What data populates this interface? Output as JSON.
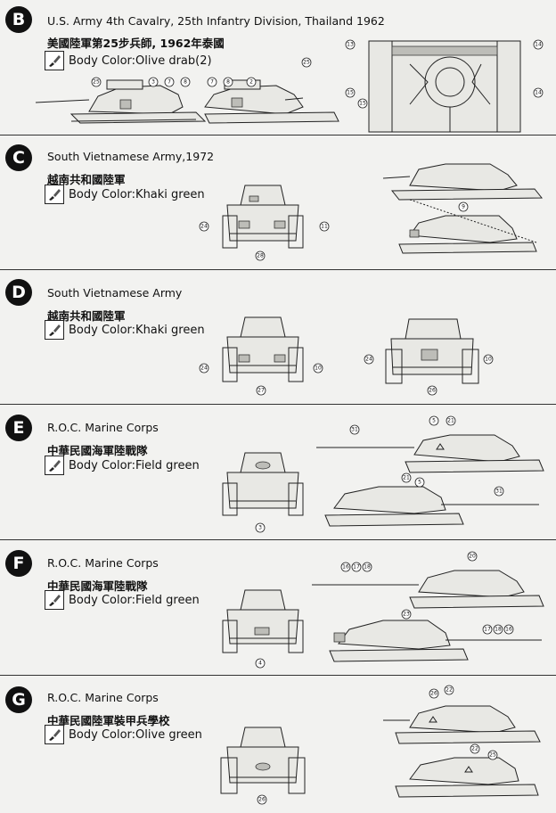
{
  "sections": [
    {
      "letter": "B",
      "title": "U.S. Army 4th Cavalry, 25th Infantry Division, Thailand 1962",
      "title_cjk": "美國陸軍第25步兵師, 1962年泰國",
      "color": "Body  Color:Olive  drab(2)",
      "callouts": [
        "25",
        "3",
        "7",
        "8",
        "7",
        "8",
        "2",
        "25",
        "13",
        "15",
        "14",
        "15",
        "14"
      ]
    },
    {
      "letter": "C",
      "title": "South Vietnamese Army,1972",
      "title_cjk": "越南共和國陸軍",
      "color": "Body Color:Khaki green",
      "callouts": [
        "24",
        "11",
        "28",
        "9"
      ]
    },
    {
      "letter": "D",
      "title": "South Vietnamese Army",
      "title_cjk": "越南共和國陸軍",
      "color": "Body Color:Khaki green",
      "callouts": [
        "24",
        "10",
        "27",
        "24",
        "10",
        "26"
      ]
    },
    {
      "letter": "E",
      "title": "R.O.C. Marine Corps",
      "title_cjk": "中華民國海軍陸戰隊",
      "color": "Body Color:Field green",
      "callouts": [
        "31",
        "5",
        "21",
        "21",
        "5",
        "31",
        "3"
      ]
    },
    {
      "letter": "F",
      "title": "R.O.C. Marine Corps",
      "title_cjk": "中華民國海軍陸戰隊",
      "color": "Body Color:Field green",
      "callouts": [
        "16",
        "17",
        "18",
        "20",
        "23",
        "17",
        "18",
        "16",
        "4"
      ]
    },
    {
      "letter": "G",
      "title": "R.O.C. Marine Corps",
      "title_cjk": "中華民國陸軍裝甲兵學校",
      "color": "Body Color:Olive green",
      "callouts": [
        "26",
        "22",
        "22",
        "25",
        "26"
      ]
    }
  ]
}
